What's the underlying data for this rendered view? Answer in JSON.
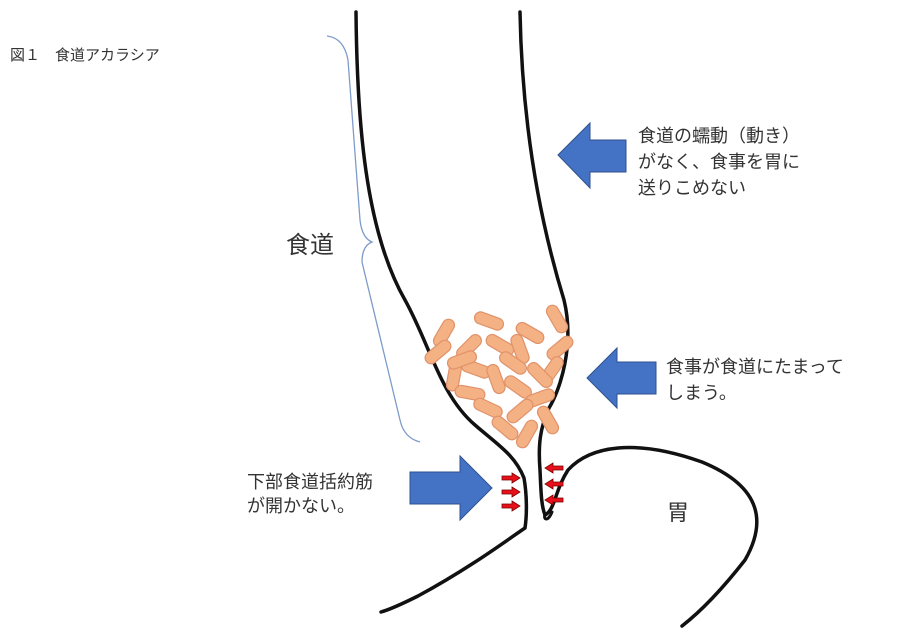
{
  "figure_title": "図１　食道アカラシア",
  "labels": {
    "esophagus": "食道",
    "stomach": "胃"
  },
  "annotations": [
    {
      "lines": [
        "食道の蠕動（動き）",
        "がなく、食事を胃に",
        "送りこめない"
      ]
    },
    {
      "lines": [
        "食事が食道にたまって",
        "しまう。"
      ]
    },
    {
      "lines": [
        "下部食道括約筋",
        "が開かない。"
      ]
    }
  ],
  "colors": {
    "outline": "#111111",
    "arrow_blue": "#4472C4",
    "food_fill": "#F4B183",
    "food_stroke": "#E0926A",
    "sphincter_red": "#E8101A",
    "bracket": "#7E9CC8"
  }
}
